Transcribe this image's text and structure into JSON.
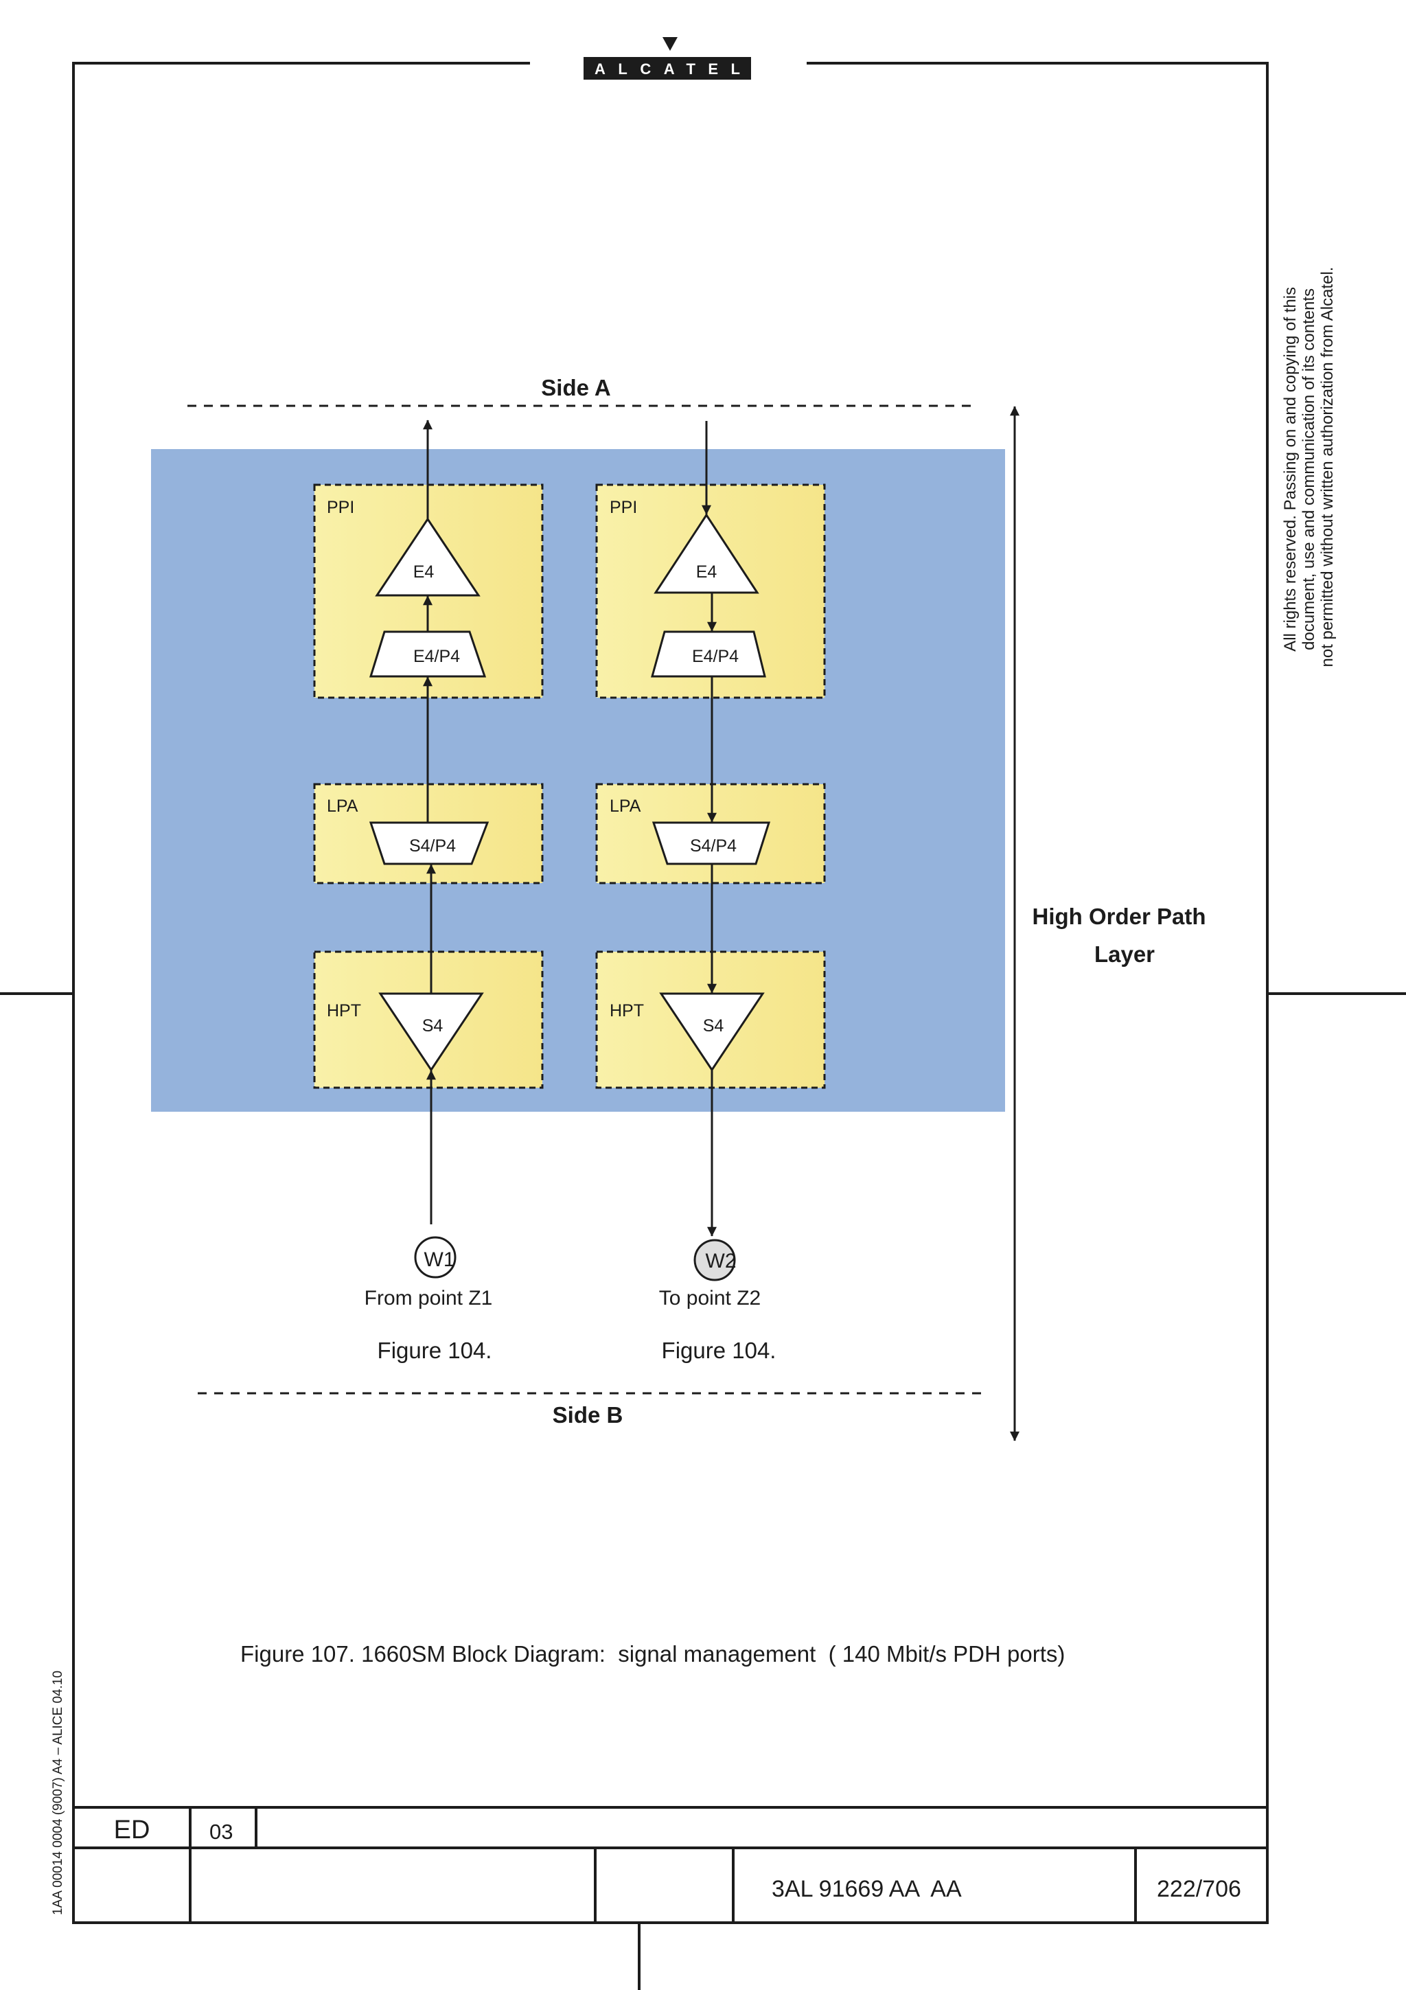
{
  "logo": {
    "text": "ALCATEL"
  },
  "copyright": {
    "lines": [
      "All rights reserved. Passing on and copying of this",
      "document, use and communication of its contents",
      "not permitted without written authorization from Alcatel."
    ]
  },
  "form_code": "1AA 00014 0004 (9007) A4 – ALICE 04.10",
  "diagram": {
    "top_side": "Side A",
    "bottom_side": "Side B",
    "layer_label": [
      "High Order Path",
      "Layer"
    ],
    "columns": [
      {
        "blocks": [
          {
            "label": "PPI",
            "functions": [
              "E4",
              "E4/P4"
            ]
          },
          {
            "label": "LPA",
            "functions": [
              "S4/P4"
            ]
          },
          {
            "label": "HPT",
            "functions": [
              "S4"
            ]
          }
        ],
        "node": {
          "id": "W1",
          "label": "From point Z1",
          "figure_ref": "Figure 104."
        }
      },
      {
        "blocks": [
          {
            "label": "PPI",
            "functions": [
              "E4",
              "E4/P4"
            ]
          },
          {
            "label": "LPA",
            "functions": [
              "S4/P4"
            ]
          },
          {
            "label": "HPT",
            "functions": [
              "S4"
            ]
          }
        ],
        "node": {
          "id": "W2",
          "label": "To point Z2",
          "figure_ref": "Figure 104."
        }
      }
    ]
  },
  "caption": "Figure 107. 1660SM Block Diagram:  signal management  ( 140 Mbit/s PDH ports)",
  "footer": {
    "ed_label": "ED",
    "ed_value": "03",
    "doc_number": "3AL 91669 AA  AA",
    "page": "222/706"
  },
  "colors": {
    "layer_background": "#95b3dc",
    "block_fill_start": "#f9f1a9",
    "block_fill_end": "#f5e58a",
    "node_w2_fill": "#dedede",
    "logo_background": "#1c1c1c"
  }
}
